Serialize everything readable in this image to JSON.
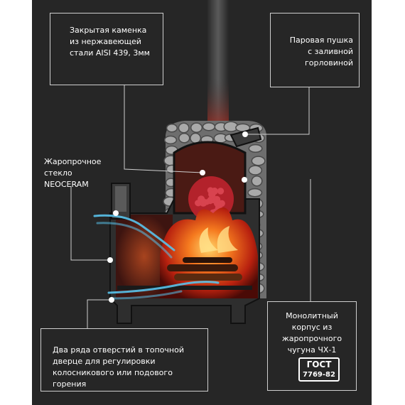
{
  "callouts": {
    "heater_chamber": "Закрытая каменка\nиз нержавеющей\nстали AISI 439, 3мм",
    "steam_gun": "Паровая пушка\nс заливной\nгорловиной",
    "glass": "Жаропрочное\nстекло\nNEOCERAM",
    "body": "Монолитный\nкорпус из\nжаропрочного\nчугуна ЧХ-1",
    "door_holes": "Два ряда отверстий в топочной\nдверце для регулировки\nколосникового или подового горения"
  },
  "badge": {
    "line1": "ГОСТ",
    "line2": "7769-82"
  },
  "colors": {
    "background": "#262626",
    "fire": "#e8531b",
    "stone": "#a8a8a8",
    "steel": "#3b3b3b",
    "air": "#4fb6e0"
  }
}
